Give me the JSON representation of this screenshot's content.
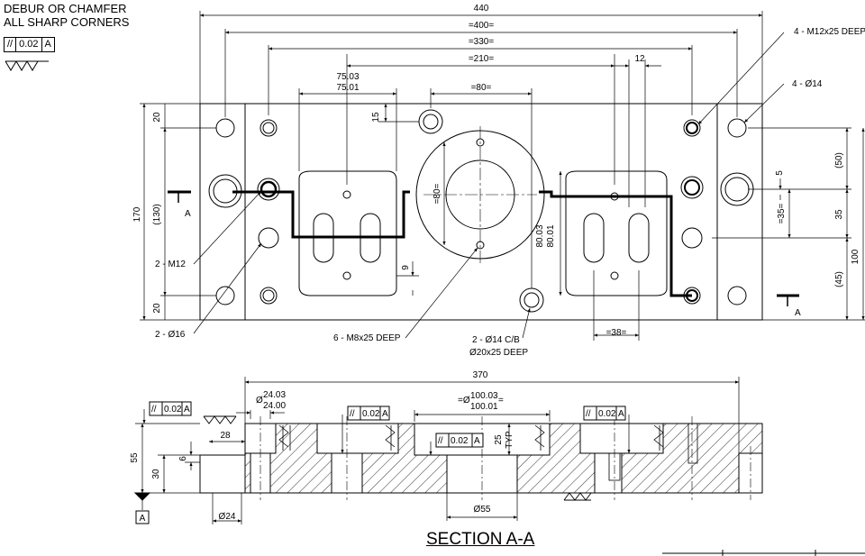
{
  "notes": {
    "line1": "DEBUR OR CHAMFER",
    "line2": "ALL SHARP CORNERS"
  },
  "general_tolerance": {
    "symbol": "//",
    "value": "0.02",
    "datum": "A"
  },
  "section_title": "SECTION A-A",
  "top_view": {
    "dim_overall_width": "440",
    "dim_400": "=400=",
    "dim_330": "=330=",
    "dim_210": "=210=",
    "dim_12": "12",
    "dim_slot_top": "75.03",
    "dim_slot_bottom": "75.01",
    "dim_80_top": "=80=",
    "dim_15": "15",
    "dim_170": "170",
    "dim_130": "(130)",
    "dim_20_top": "20",
    "dim_20_bottom": "20",
    "dim_80_vertical": "=80=",
    "dim_pocket_top": "80.03",
    "dim_pocket_bottom": "80.01",
    "dim_9": "9",
    "dim_35_eq": "=35=",
    "dim_38": "=38=",
    "dim_50": "(50)",
    "dim_5": "5",
    "dim_35": "35",
    "dim_45": "(45)",
    "dim_100": "100",
    "section_label_left": "A",
    "section_label_right": "A",
    "callout_m12_deep": "4 - M12x25 DEEP",
    "callout_dia14": "4 - Ø14",
    "callout_m12": "2 - M12",
    "callout_dia16": "2 - Ø16",
    "callout_m8": "6 - M8x25 DEEP",
    "callout_cb_line1": "2 - Ø14 C/B",
    "callout_cb_line2": "Ø20x25 DEEP"
  },
  "section_view": {
    "dim_370": "370",
    "dim_dia_24_top": "24.03",
    "dim_dia_24_bottom": "24.00",
    "dim_dia_prefix": "Ø",
    "dim_100_top": "100.03",
    "dim_100_bottom": "100.01",
    "dim_100_prefix": "=Ø",
    "dim_100_suffix": "=",
    "dim_28": "28",
    "dim_55": "55",
    "dim_30": "30",
    "dim_6": "6",
    "dim_25": "25",
    "dim_typ": "TYP",
    "dim_dia24": "Ø24",
    "dim_dia55": "Ø55",
    "datum_label": "A",
    "fcf_left": {
      "symbol": "//",
      "value": "0.02",
      "datum": "A"
    },
    "fcf_mid1": {
      "symbol": "//",
      "value": "0.02",
      "datum": "A"
    },
    "fcf_mid2": {
      "symbol": "//",
      "value": "0.02",
      "datum": "A"
    },
    "fcf_right": {
      "symbol": "//",
      "value": "0.02",
      "datum": "A"
    }
  }
}
